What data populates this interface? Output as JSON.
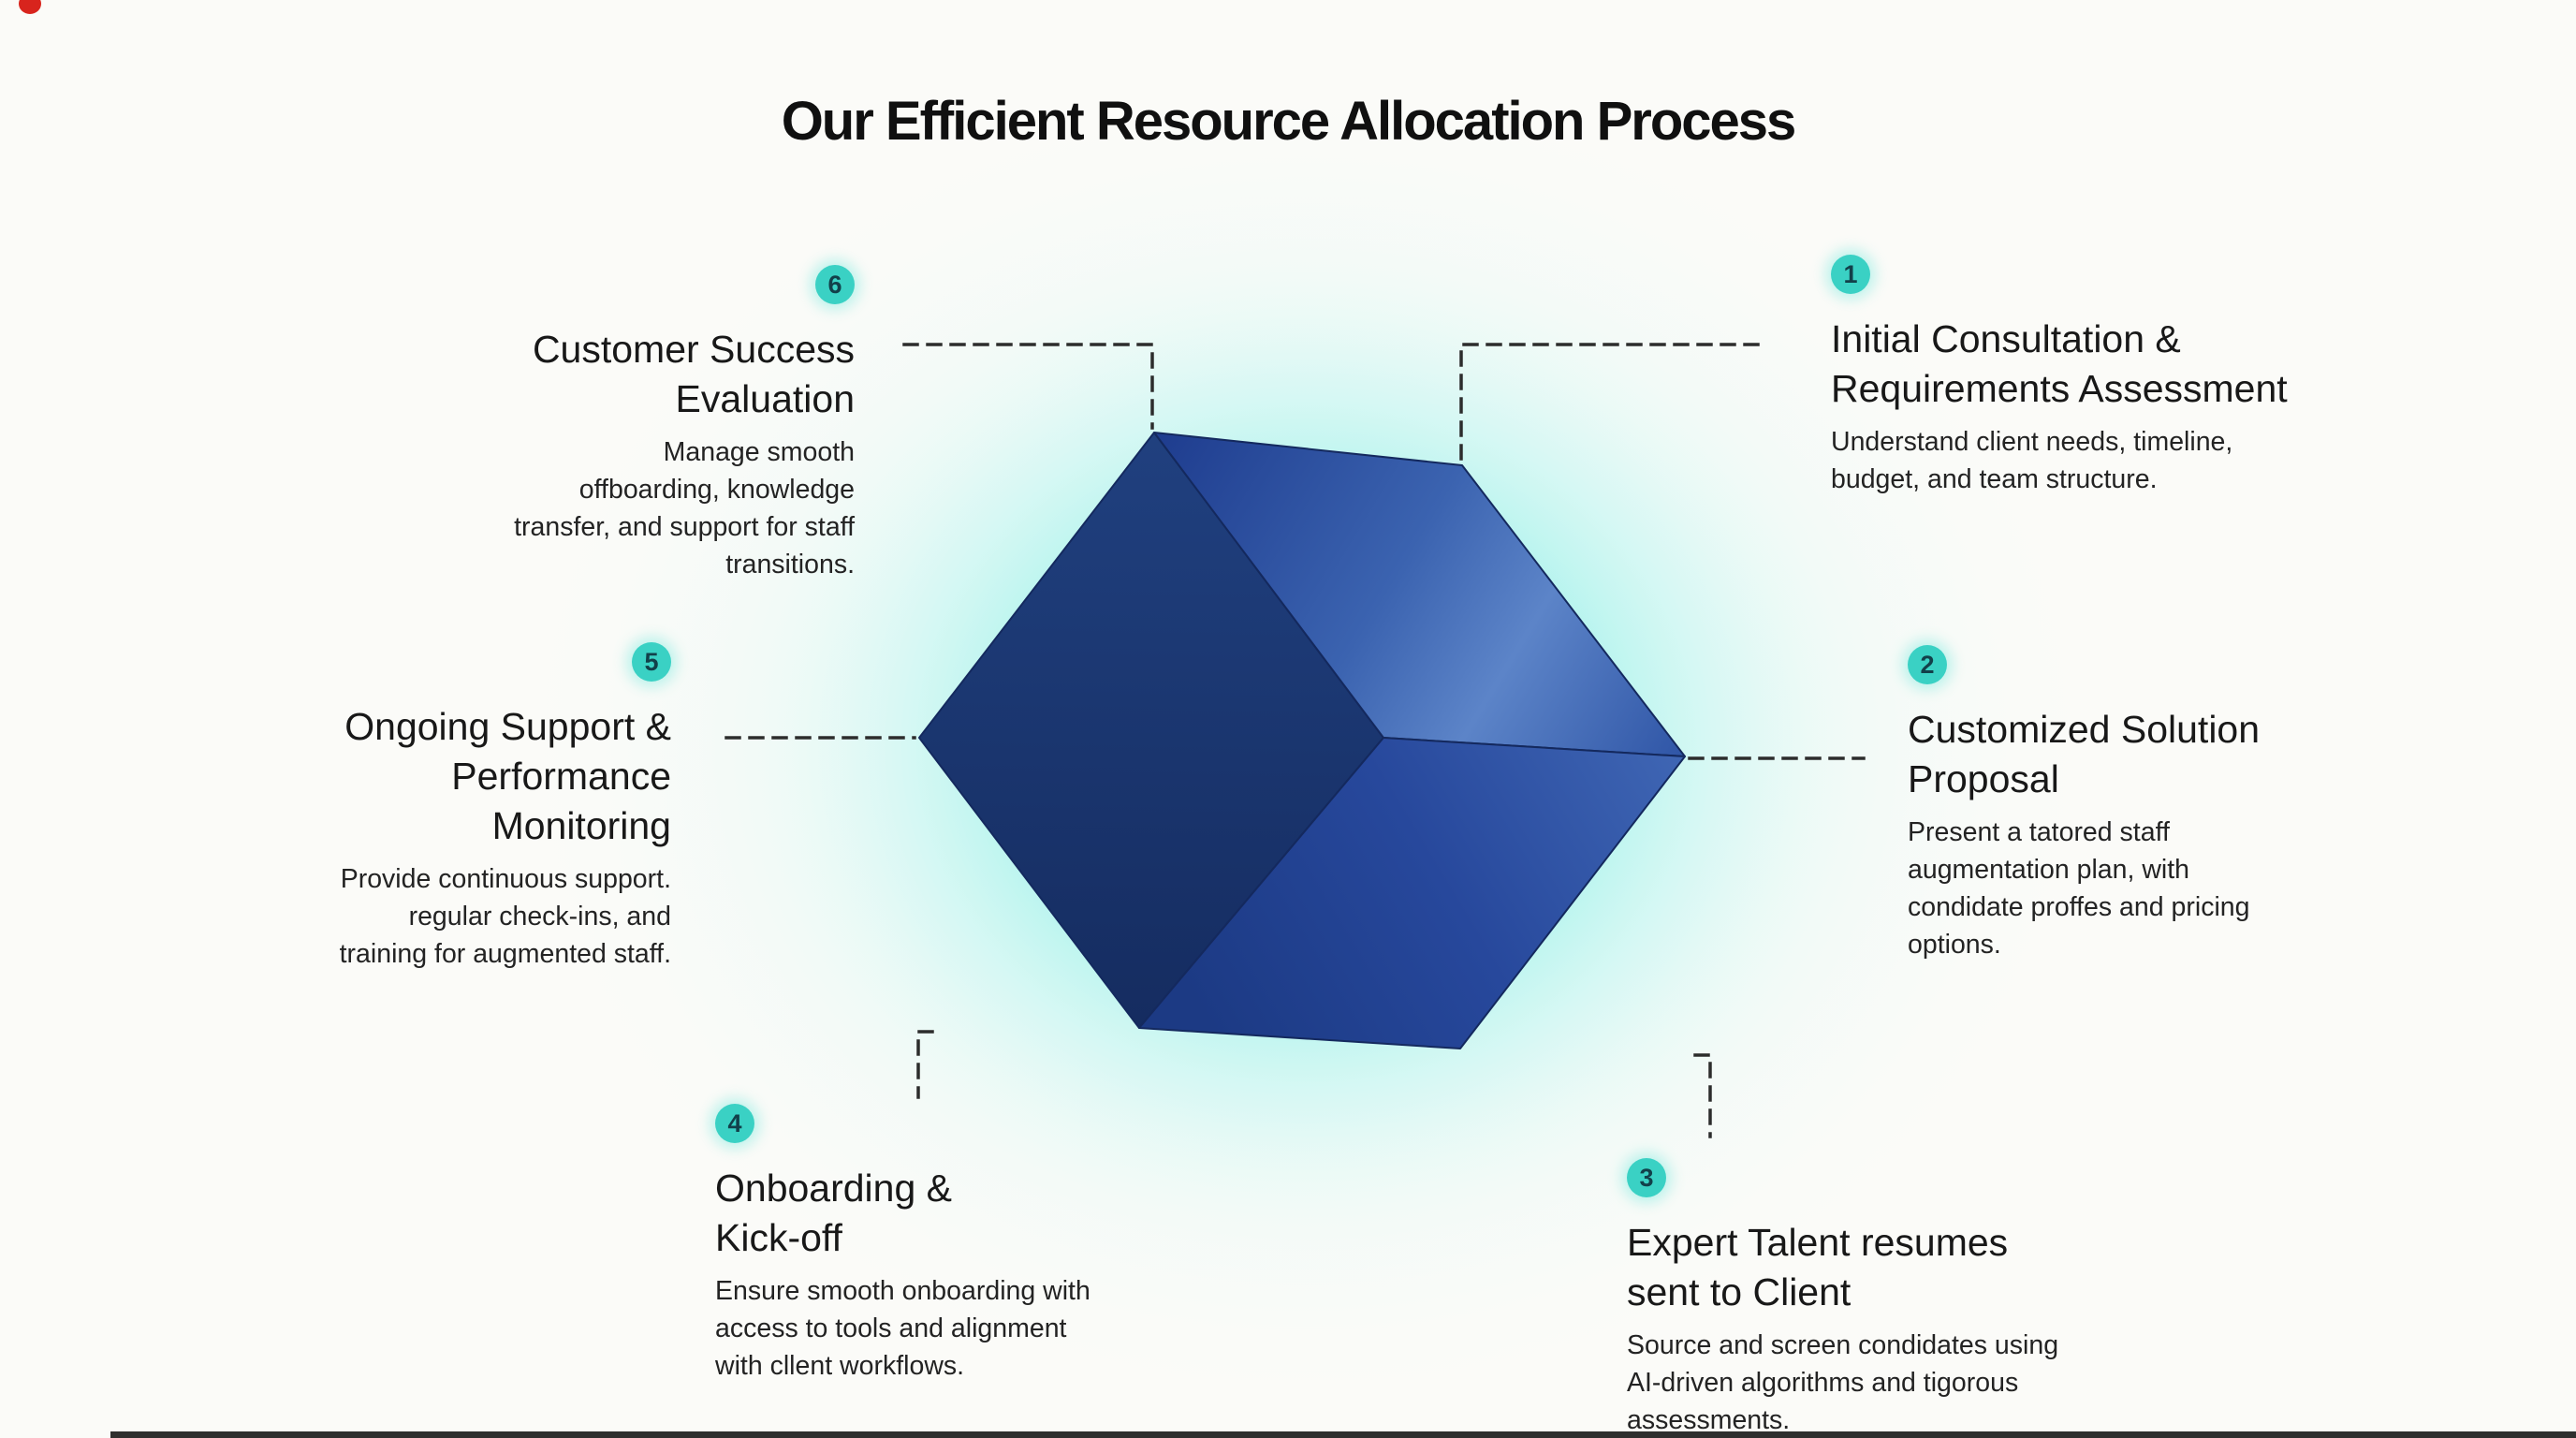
{
  "page": {
    "title": "Our Efficient Resource Allocation Process"
  },
  "steps": [
    {
      "number": "1",
      "title": "Initial Consultation &\nRequirements Assessment",
      "description": "Understand client needs, timeline,\nbudget, and team structure."
    },
    {
      "number": "2",
      "title": "Customized Solution\nProposal",
      "description": "Present a tatored staff\naugmentation plan, with\ncondidate proffes and pricing\noptions."
    },
    {
      "number": "3",
      "title": "Expert Talent resumes\nsent to Client",
      "description": "Source and screen condidates using\nAI-driven algorithms and tigorous\nassessments."
    },
    {
      "number": "4",
      "title": "Onboarding &\nKick-off",
      "description": "Ensure smooth onboarding with\naccess to tools and alignment\nwith cllent workflows."
    },
    {
      "number": "5",
      "title": "Ongoing Support &\nPerformance\nMonitoring",
      "description": "Provide continuous support.\nregular check-ins, and\ntraining for augmented staff."
    },
    {
      "number": "6",
      "title": "Customer Success\nEvaluation",
      "description": "Manage smooth\noffboarding, knowledge\ntransfer, and support for staff\ntransitions."
    }
  ],
  "colors": {
    "background": "#fbfbf8",
    "accent_teal": "#3ad1c4",
    "badge_number_text": "#12404a",
    "glow_cyan": "#8deee6",
    "cube_left_face": "#1b366f",
    "cube_top_face_dark": "#1e3c8e",
    "cube_top_face_light": "#5c84c8",
    "cube_bottom_face": "#1c3a84",
    "connector_line": "#2c2c2c",
    "title_text": "#101010",
    "body_text": "#232323"
  }
}
